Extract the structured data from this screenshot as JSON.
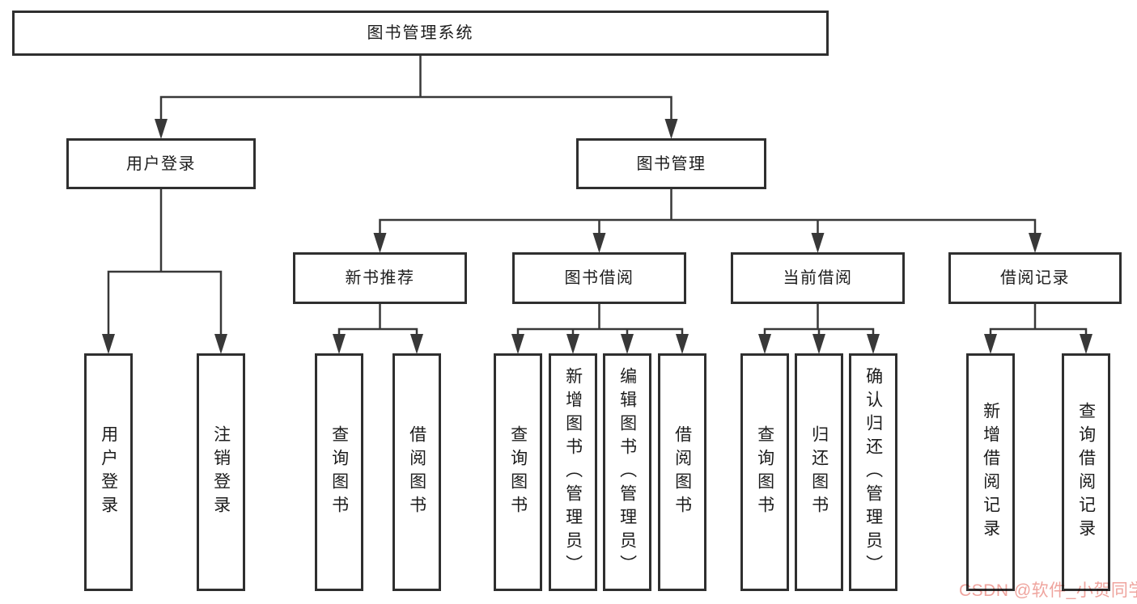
{
  "diagram": {
    "type": "hierarchy-tree",
    "nodes": [
      {
        "id": "root",
        "label": "图书管理系统",
        "orientation": "horizontal"
      },
      {
        "id": "user-login",
        "label": "用户登录",
        "orientation": "horizontal"
      },
      {
        "id": "book-mgmt",
        "label": "图书管理",
        "orientation": "horizontal"
      },
      {
        "id": "new-book-rec",
        "label": "新书推荐",
        "orientation": "horizontal"
      },
      {
        "id": "book-borrow",
        "label": "图书借阅",
        "orientation": "horizontal"
      },
      {
        "id": "current-borrow",
        "label": "当前借阅",
        "orientation": "horizontal"
      },
      {
        "id": "borrow-record",
        "label": "借阅记录",
        "orientation": "horizontal"
      },
      {
        "id": "leaf-user-login",
        "label": "用户登录",
        "orientation": "vertical"
      },
      {
        "id": "leaf-logout",
        "label": "注销登录",
        "orientation": "vertical"
      },
      {
        "id": "nb-query",
        "label": "查询图书",
        "orientation": "vertical"
      },
      {
        "id": "nb-borrow",
        "label": "借阅图书",
        "orientation": "vertical"
      },
      {
        "id": "bb-query",
        "label": "查询图书",
        "orientation": "vertical"
      },
      {
        "id": "bb-add",
        "label": "新增图书（管理员）",
        "orientation": "vertical"
      },
      {
        "id": "bb-edit",
        "label": "编辑图书（管理员）",
        "orientation": "vertical"
      },
      {
        "id": "bb-borrow",
        "label": "借阅图书",
        "orientation": "vertical"
      },
      {
        "id": "cb-query",
        "label": "查询图书",
        "orientation": "vertical"
      },
      {
        "id": "cb-return",
        "label": "归还图书",
        "orientation": "vertical"
      },
      {
        "id": "cb-confirm",
        "label": "确认归还（管理员）",
        "orientation": "vertical"
      },
      {
        "id": "br-add",
        "label": "新增借阅记录",
        "orientation": "vertical"
      },
      {
        "id": "br-query",
        "label": "查询借阅记录",
        "orientation": "vertical"
      }
    ],
    "edges": [
      {
        "from": "root",
        "to": [
          "user-login",
          "book-mgmt"
        ]
      },
      {
        "from": "user-login",
        "to": [
          "leaf-user-login",
          "leaf-logout"
        ]
      },
      {
        "from": "book-mgmt",
        "to": [
          "new-book-rec",
          "book-borrow",
          "current-borrow",
          "borrow-record"
        ]
      },
      {
        "from": "new-book-rec",
        "to": [
          "nb-query",
          "nb-borrow"
        ]
      },
      {
        "from": "book-borrow",
        "to": [
          "bb-query",
          "bb-add",
          "bb-edit",
          "bb-borrow"
        ]
      },
      {
        "from": "current-borrow",
        "to": [
          "cb-query",
          "cb-return",
          "cb-confirm"
        ]
      },
      {
        "from": "borrow-record",
        "to": [
          "br-add",
          "br-query"
        ]
      }
    ]
  },
  "watermark": {
    "text": "CSDN @软件_小贺同学",
    "color": "#efa49e"
  },
  "colors": {
    "background": "#ffffff",
    "line": "#383838",
    "box_border": "#2f2f2f",
    "text": "#1c1c1c"
  }
}
